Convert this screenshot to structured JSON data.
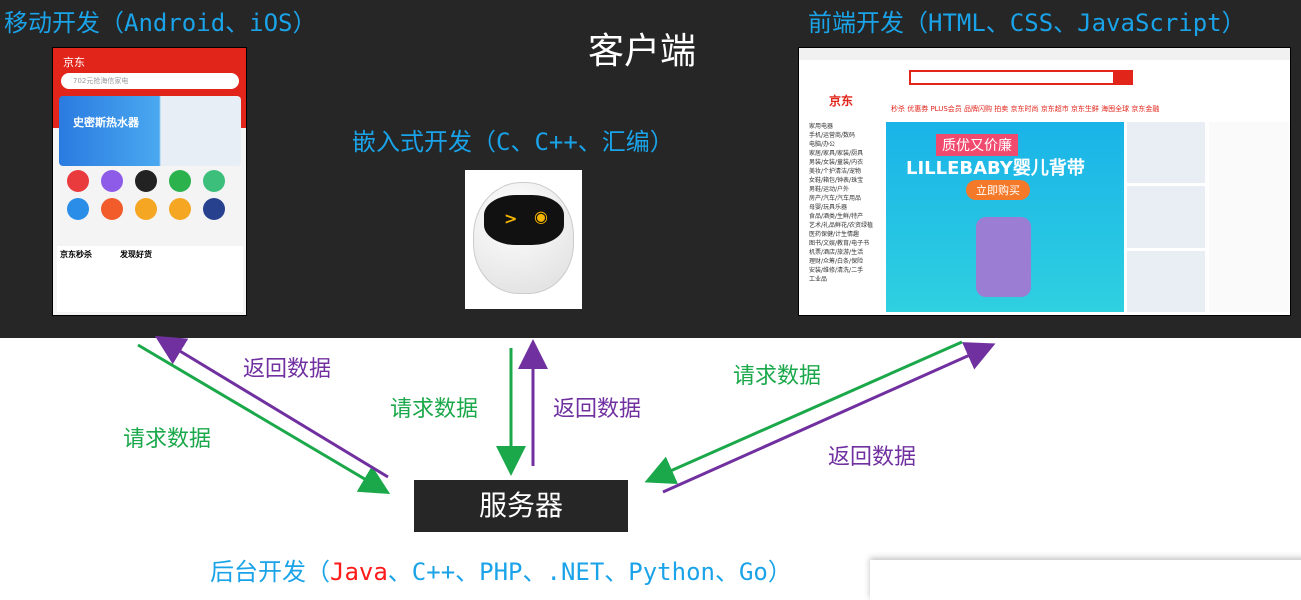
{
  "header": {
    "title": "客户端",
    "mobile_label": "移动开发",
    "mobile_tech": "（Android、iOS）",
    "web_label": "前端开发",
    "web_tech": "（HTML、CSS、JavaScript）",
    "embedded_label": "嵌入式开发",
    "embedded_tech": "（C、C++、汇编）"
  },
  "phone": {
    "logo": "京东",
    "search_placeholder": "702元抢海信家电",
    "banner": "史密斯热水器",
    "section": "京东秒杀",
    "section2": "发现好货"
  },
  "web": {
    "logo": "京东",
    "nav": "秒杀  优惠券  PLUS会员  品牌闪购  拍卖  京东时尚  京东超市  京东生鲜  海囤全球  京东金融",
    "categories": [
      "家用电器",
      "手机/运营商/数码",
      "电脑/办公",
      "家居/家具/家装/厨具",
      "男装/女装/童装/内衣",
      "美妆/个护清洁/宠物",
      "女鞋/箱包/钟表/珠宝",
      "男鞋/运动/户外",
      "房产/汽车/汽车用品",
      "母婴/玩具乐器",
      "食品/酒类/生鲜/特产",
      "艺术/礼品鲜花/农资绿植",
      "医药保健/计生情趣",
      "图书/文娱/教育/电子书",
      "机票/酒店/旅游/生活",
      "理财/众筹/白条/保险",
      "安装/维修/清洗/二手",
      "工业品"
    ],
    "hero_line1": "质优又价廉",
    "hero_line2": "LILLEBABY婴儿背带",
    "hero_button": "立即购买"
  },
  "flows": {
    "request": "请求数据",
    "response": "返回数据"
  },
  "colors": {
    "request": "#1aa84a",
    "response": "#7030a0",
    "label": "#1aa3e8",
    "highlight": "#ff1a1a"
  },
  "server": {
    "label": "服务器",
    "backend_label": "后台开发",
    "backend_open": "（",
    "backend_java": "Java",
    "backend_rest": "、C++、PHP、.NET、Python、Go）"
  }
}
